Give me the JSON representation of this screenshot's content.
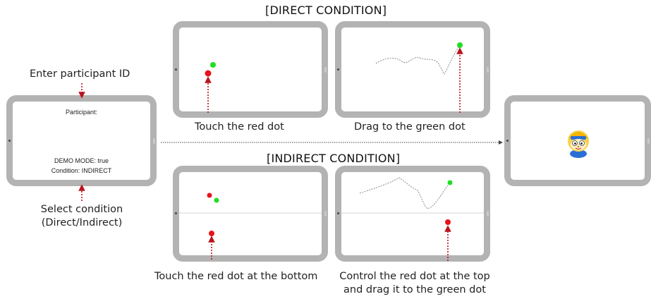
{
  "headers": {
    "direct": "[DIRECT CONDITION]",
    "indirect": "[INDIRECT CONDITION]"
  },
  "labels": {
    "enter_id": "Enter participant ID",
    "select_condition_line1": "Select condition",
    "select_condition_line2": "(Direct/Indirect)",
    "direct_touch": "Touch the red dot",
    "direct_drag": "Drag to the green dot",
    "indirect_touch": "Touch the red dot at the bottom",
    "indirect_control_line1": "Control the red dot at the top",
    "indirect_control_line2": "and drag it to the green dot"
  },
  "setup_screen": {
    "participant": "Participant:",
    "demo_mode": "DEMO MODE: true",
    "condition": "Condition: INDIRECT"
  },
  "colors": {
    "red_dot": "#e8141c",
    "green_dot": "#22dd22",
    "arrow": "#b8141c",
    "tablet_frame": "#b3b3b3"
  },
  "icons": {
    "reward": "mascot-character-icon"
  }
}
